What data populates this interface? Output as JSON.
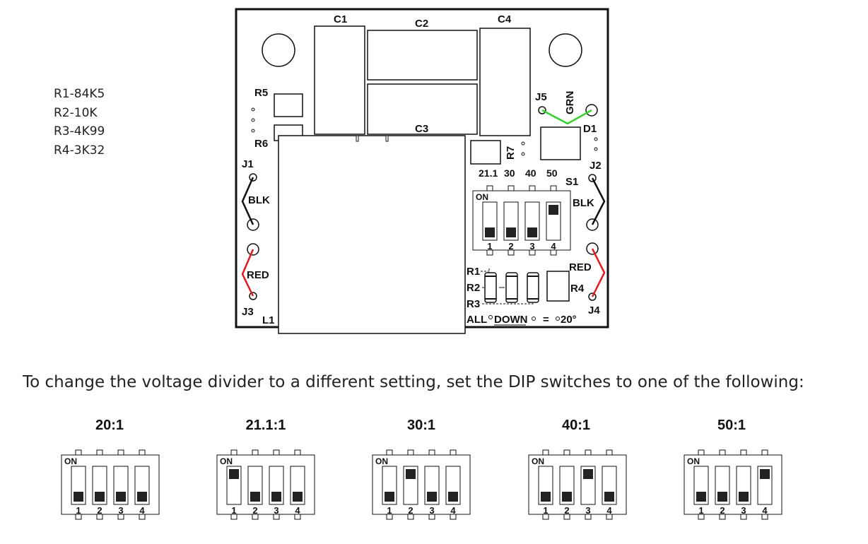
{
  "values": [
    "R1-84K5",
    "R2-10K",
    "R3-4K99",
    "R4-3K32"
  ],
  "board": {
    "caps": {
      "c1": "C1",
      "c2": "C2",
      "c3": "C3",
      "c4": "C4"
    },
    "resistors": {
      "r1": "R1",
      "r2": "R2",
      "r3": "R3",
      "r4": "R4",
      "r5": "R5",
      "r6": "R6",
      "r7": "R7"
    },
    "jumpers": {
      "j1": "J1",
      "j2": "J2",
      "j3": "J3",
      "j4": "J4",
      "j5": "J5"
    },
    "d1": "D1",
    "l1": "L1",
    "s1": "S1",
    "wires": {
      "blk": "BLK",
      "red": "RED",
      "grn": "GRN"
    },
    "colors": {
      "black": "#111111",
      "red": "#e0191c",
      "green": "#34d12b"
    },
    "ratio_labels": [
      "21.1",
      "30",
      "40",
      "50"
    ],
    "switch": {
      "on": "ON",
      "numbers": [
        "1",
        "2",
        "3",
        "4"
      ],
      "positions": [
        "down",
        "down",
        "down",
        "up"
      ]
    },
    "footer": {
      "all": "ALL",
      "down": "DOWN",
      "eq": "=",
      "result": "20°"
    }
  },
  "instruction": "To change the voltage divider to a different setting, set the DIP switches to one of the following:",
  "settings": [
    {
      "title": "20:1",
      "on": "ON",
      "numbers": [
        "1",
        "2",
        "3",
        "4"
      ],
      "positions": [
        "down",
        "down",
        "down",
        "down"
      ]
    },
    {
      "title": "21.1:1",
      "on": "ON",
      "numbers": [
        "1",
        "2",
        "3",
        "4"
      ],
      "positions": [
        "up",
        "down",
        "down",
        "down"
      ]
    },
    {
      "title": "30:1",
      "on": "ON",
      "numbers": [
        "1",
        "2",
        "3",
        "4"
      ],
      "positions": [
        "down",
        "up",
        "down",
        "down"
      ]
    },
    {
      "title": "40:1",
      "on": "ON",
      "numbers": [
        "1",
        "2",
        "3",
        "4"
      ],
      "positions": [
        "down",
        "down",
        "up",
        "down"
      ]
    },
    {
      "title": "50:1",
      "on": "ON",
      "numbers": [
        "1",
        "2",
        "3",
        "4"
      ],
      "positions": [
        "down",
        "down",
        "down",
        "up"
      ]
    }
  ]
}
